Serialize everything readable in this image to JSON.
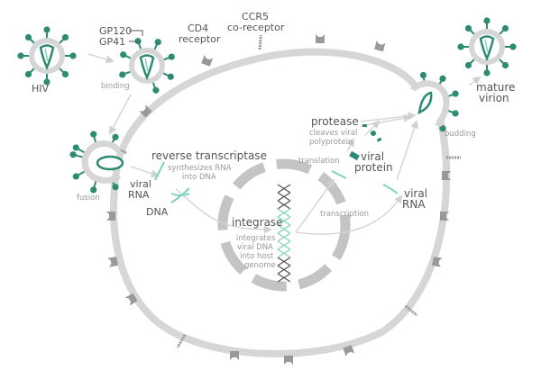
{
  "colors": {
    "teal": "#2e8b73",
    "light_teal": "#7fd3bd",
    "membrane": "#d6d6d6",
    "receptor": "#999999",
    "text": "#555555",
    "subtext": "#999999"
  },
  "labels": {
    "hiv": "HIV",
    "gp120": "GP120",
    "gp41": "GP41",
    "cd4_1": "CD4",
    "cd4_2": "receptor",
    "ccr5_1": "CCR5",
    "ccr5_2": "co-receptor",
    "binding": "binding",
    "fusion": "fusion",
    "viral_rna_1": "viral",
    "viral_rna_2": "RNA",
    "dna": "DNA",
    "rt_title": "reverse transcriptase",
    "rt_sub_1": "synthesizes RNA",
    "rt_sub_2": "into DNA",
    "integrase_title": "integrase",
    "int_sub_1": "integrates",
    "int_sub_2": "viral DNA",
    "int_sub_3": "into host",
    "int_sub_4": "genome",
    "translation": "translation",
    "transcription": "transcription",
    "viral_protein_1": "viral",
    "viral_protein_2": "protein",
    "protease_title": "protease",
    "prot_sub_1": "cleaves viral",
    "prot_sub_2": "polyprotein",
    "viral_rna2_1": "viral",
    "viral_rna2_2": "RNA",
    "budding": "budding",
    "mature_1": "mature",
    "mature_2": "virion"
  }
}
